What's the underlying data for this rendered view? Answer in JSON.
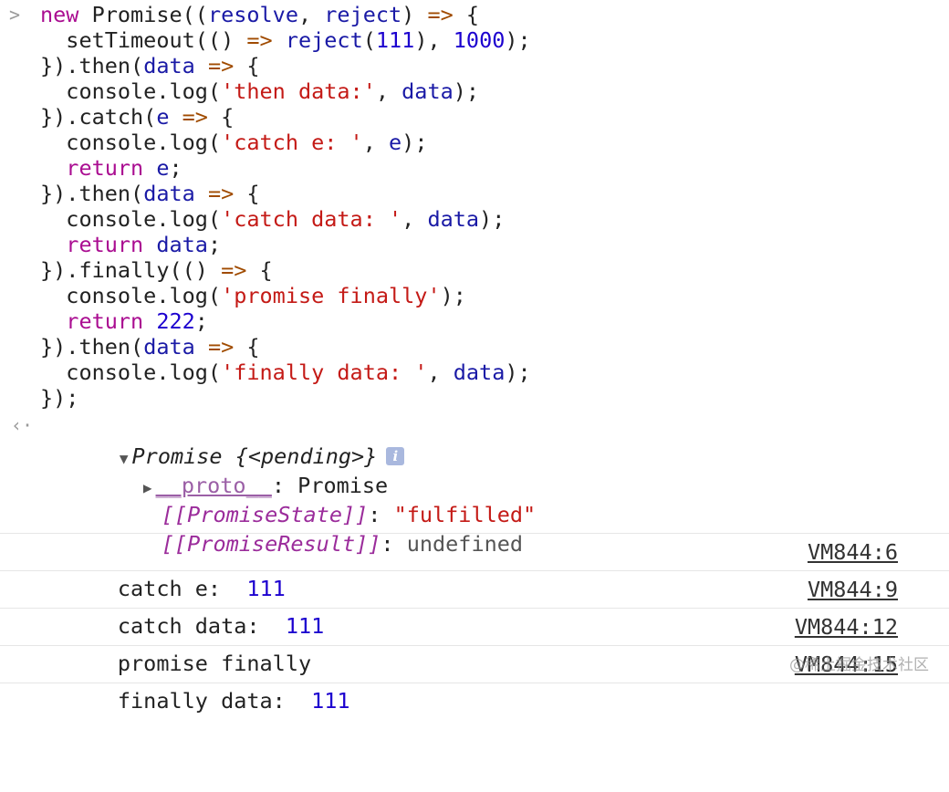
{
  "input": {
    "prompt_glyph": ">",
    "lines": [
      [
        [
          "kw",
          "new"
        ],
        [
          "plain",
          " Promise(("
        ],
        [
          "id",
          "resolve"
        ],
        [
          "plain",
          ", "
        ],
        [
          "id",
          "reject"
        ],
        [
          "plain",
          ") "
        ],
        [
          "op",
          "=>"
        ],
        [
          "plain",
          " {"
        ]
      ],
      [
        [
          "plain",
          "  setTimeout(() "
        ],
        [
          "op",
          "=>"
        ],
        [
          "plain",
          " "
        ],
        [
          "id",
          "reject"
        ],
        [
          "plain",
          "("
        ],
        [
          "num",
          "111"
        ],
        [
          "plain",
          "), "
        ],
        [
          "num",
          "1000"
        ],
        [
          "plain",
          ");"
        ]
      ],
      [
        [
          "plain",
          "}).then("
        ],
        [
          "id",
          "data"
        ],
        [
          "plain",
          " "
        ],
        [
          "op",
          "=>"
        ],
        [
          "plain",
          " {"
        ]
      ],
      [
        [
          "plain",
          "  console.log("
        ],
        [
          "str",
          "'then data:'"
        ],
        [
          "plain",
          ", "
        ],
        [
          "id",
          "data"
        ],
        [
          "plain",
          ");"
        ]
      ],
      [
        [
          "plain",
          "}).catch("
        ],
        [
          "id",
          "e"
        ],
        [
          "plain",
          " "
        ],
        [
          "op",
          "=>"
        ],
        [
          "plain",
          " {"
        ]
      ],
      [
        [
          "plain",
          "  console.log("
        ],
        [
          "str",
          "'catch e: '"
        ],
        [
          "plain",
          ", "
        ],
        [
          "id",
          "e"
        ],
        [
          "plain",
          ");"
        ]
      ],
      [
        [
          "plain",
          "  "
        ],
        [
          "kw",
          "return"
        ],
        [
          "plain",
          " "
        ],
        [
          "id",
          "e"
        ],
        [
          "plain",
          ";"
        ]
      ],
      [
        [
          "plain",
          "}).then("
        ],
        [
          "id",
          "data"
        ],
        [
          "plain",
          " "
        ],
        [
          "op",
          "=>"
        ],
        [
          "plain",
          " {"
        ]
      ],
      [
        [
          "plain",
          "  console.log("
        ],
        [
          "str",
          "'catch data: '"
        ],
        [
          "plain",
          ", "
        ],
        [
          "id",
          "data"
        ],
        [
          "plain",
          ");"
        ]
      ],
      [
        [
          "plain",
          "  "
        ],
        [
          "kw",
          "return"
        ],
        [
          "plain",
          " "
        ],
        [
          "id",
          "data"
        ],
        [
          "plain",
          ";"
        ]
      ],
      [
        [
          "plain",
          "}).finally(() "
        ],
        [
          "op",
          "=>"
        ],
        [
          "plain",
          " {"
        ]
      ],
      [
        [
          "plain",
          "  console.log("
        ],
        [
          "str",
          "'promise finally'"
        ],
        [
          "plain",
          ");"
        ]
      ],
      [
        [
          "plain",
          "  "
        ],
        [
          "kw",
          "return"
        ],
        [
          "plain",
          " "
        ],
        [
          "num",
          "222"
        ],
        [
          "plain",
          ";"
        ]
      ],
      [
        [
          "plain",
          "}).then("
        ],
        [
          "id",
          "data"
        ],
        [
          "plain",
          " "
        ],
        [
          "op",
          "=>"
        ],
        [
          "plain",
          " {"
        ]
      ],
      [
        [
          "plain",
          "  console.log("
        ],
        [
          "str",
          "'finally data: '"
        ],
        [
          "plain",
          ", "
        ],
        [
          "id",
          "data"
        ],
        [
          "plain",
          ");"
        ]
      ],
      [
        [
          "plain",
          "});"
        ]
      ]
    ]
  },
  "result": {
    "arrow_glyph": "‹·",
    "expand_glyph": "▼",
    "head": "Promise {<pending>}",
    "info_badge": "i",
    "proto_expand_glyph": "▶",
    "proto_key": "__proto__",
    "proto_value": ": Promise",
    "state_key": "[[PromiseState]]",
    "state_value": "\"fulfilled\"",
    "result_key": "[[PromiseResult]]",
    "result_value": "undefined"
  },
  "logs": [
    {
      "message": "catch e:  ",
      "value": "111",
      "source": "VM844:6"
    },
    {
      "message": "catch data:  ",
      "value": "111",
      "source": "VM844:9"
    },
    {
      "message": "promise finally",
      "value": "",
      "source": "VM844:12"
    },
    {
      "message": "finally data:  ",
      "value": "111",
      "source": "VM844:15"
    }
  ],
  "watermark": "@稀土掘金技术社区",
  "colors": {
    "keyword": "#aa0d91",
    "operator": "#a04b00",
    "identifier": "#1a1aa6",
    "number": "#1c00cf",
    "string": "#c41a16"
  }
}
